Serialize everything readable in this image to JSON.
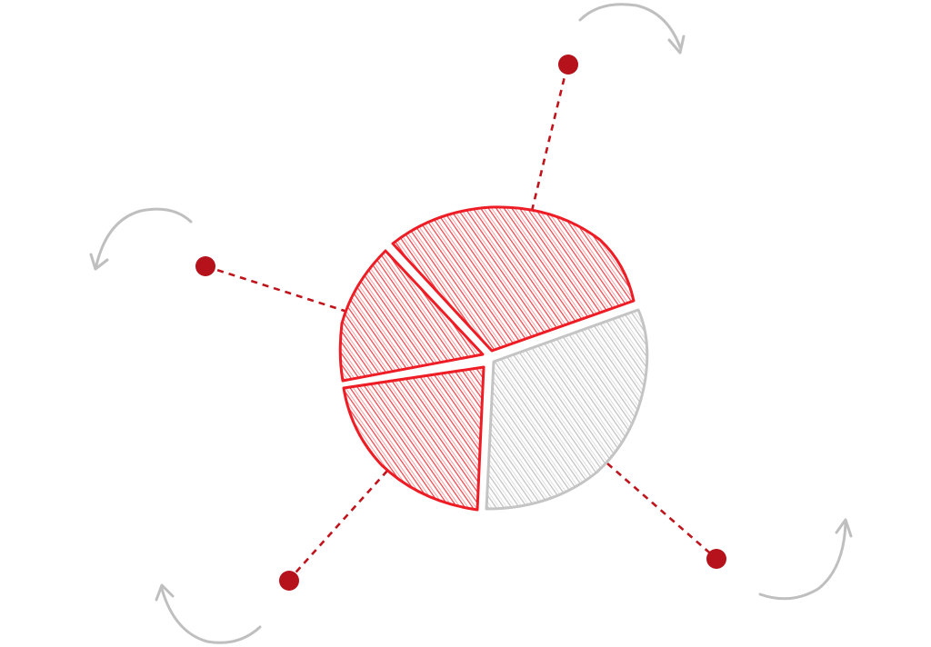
{
  "diagram": {
    "style": "hand-sketched pie chart with four callout points",
    "slices": [
      {
        "name": "top",
        "color": "#ee1c24",
        "share": 0.27
      },
      {
        "name": "right",
        "color": "#c8c8c8",
        "share": 0.3
      },
      {
        "name": "bottom-left",
        "color": "#ee1c24",
        "share": 0.23
      },
      {
        "name": "left",
        "color": "#ee1c24",
        "share": 0.2
      }
    ],
    "callouts": [
      {
        "name": "top-right",
        "dot_color": "#b5121b",
        "arrow_color": "#bfbfbf"
      },
      {
        "name": "top-left",
        "dot_color": "#b5121b",
        "arrow_color": "#bfbfbf"
      },
      {
        "name": "bottom-left",
        "dot_color": "#b5121b",
        "arrow_color": "#bfbfbf"
      },
      {
        "name": "bottom-right",
        "dot_color": "#b5121b",
        "arrow_color": "#bfbfbf"
      }
    ],
    "line_color": "#c0141c"
  }
}
